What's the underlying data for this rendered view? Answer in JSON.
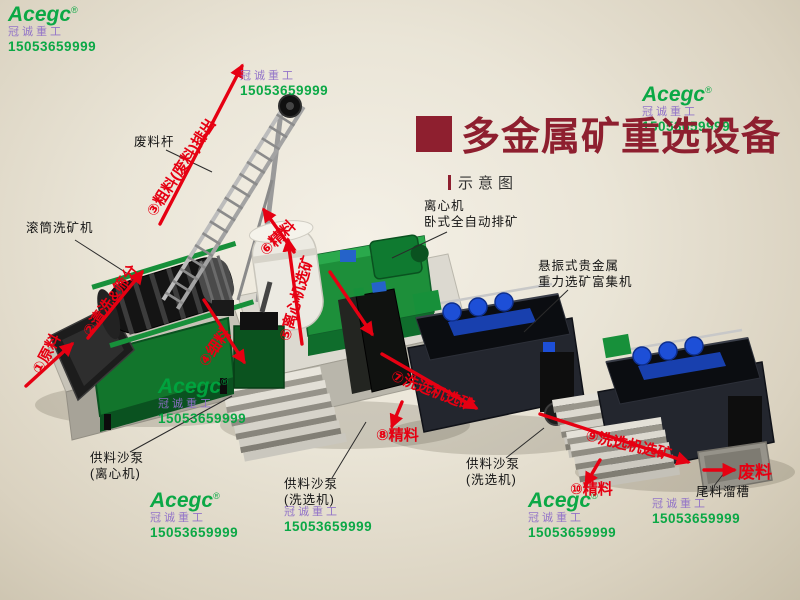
{
  "header": {
    "title": "多金属矿重选设备",
    "subtitle": "示意图"
  },
  "watermark": {
    "brand": "Acegc",
    "reg": "®",
    "company": "冠诚重工",
    "phone": "15053659999"
  },
  "flow_steps": [
    {
      "label": "①原料"
    },
    {
      "label": "②清洗&筛分"
    },
    {
      "label": "③粗料(废料)排出"
    },
    {
      "label": "④细料"
    },
    {
      "label": "⑤离心机选矿"
    },
    {
      "label": "⑥精料"
    },
    {
      "label": "⑦洗选机选矿"
    },
    {
      "label": "⑧精料"
    },
    {
      "label": "⑨洗选机选矿"
    },
    {
      "label": "⑩精料"
    },
    {
      "label": "废料"
    }
  ],
  "equipment_labels": [
    {
      "line1": "滚筒洗矿机"
    },
    {
      "line1": "废料杆"
    },
    {
      "line1": "离心机",
      "line2": "卧式全自动排矿"
    },
    {
      "line1": "悬振式贵金属",
      "line2": "重力选矿富集机"
    },
    {
      "line1": "供料沙泵",
      "line2": "(离心机)"
    },
    {
      "line1": "供料沙泵",
      "line2": "(洗选机)"
    },
    {
      "line1": "供料沙泵",
      "line2": "(洗选机)"
    },
    {
      "line1": "尾料溜槽"
    }
  ],
  "colors": {
    "accent_red": "#e60012",
    "title_red": "#8e1f2f",
    "brand_green": "#00a63f",
    "company_purple": "#8f6fc8",
    "machine_green": "#1d8f3a",
    "machine_blue": "#1d4fd7"
  }
}
